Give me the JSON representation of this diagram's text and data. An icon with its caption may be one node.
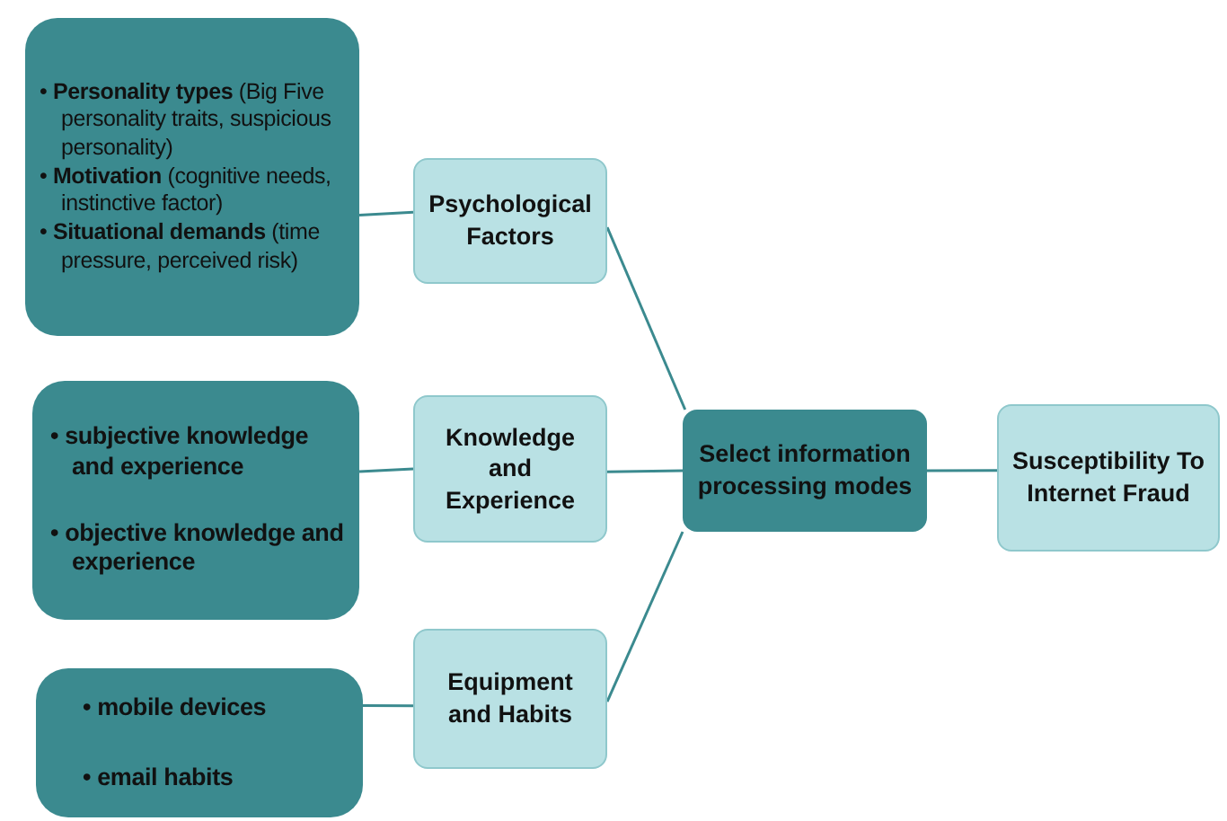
{
  "diagram": {
    "nodes": [
      {
        "text": [
          "• **Personality types** (Big Five personality traits, suspicious personality)",
          "• **Motivation** (cognitive needs, instinctive factor)",
          "• **Situational demands** (time pressure, perceived risk)"
        ]
      },
      {
        "text": [
          "Psychological Factors"
        ]
      },
      {
        "text": [
          "• subjective knowledge and experience",
          "• objective knowledge and experience"
        ]
      },
      {
        "text": [
          "Knowledge and Experience"
        ]
      },
      {
        "text": [
          "• mobile devices",
          "• email habits"
        ]
      },
      {
        "text": [
          "Equipment and Habits"
        ]
      },
      {
        "text": [
          "Select information processing modes"
        ]
      },
      {
        "text": [
          "Susceptibility To Internet Fraud"
        ]
      }
    ],
    "edges": [
      {
        "from": 0,
        "to": 1,
        "arrow": "none"
      },
      {
        "from": 2,
        "to": 3,
        "arrow": "none"
      },
      {
        "from": 4,
        "to": 5,
        "arrow": "none"
      },
      {
        "from": 1,
        "to": 6,
        "arrow": "none"
      },
      {
        "from": 3,
        "to": 6,
        "arrow": "none"
      },
      {
        "from": 5,
        "to": 6,
        "arrow": "none"
      },
      {
        "from": 6,
        "to": 7,
        "arrow": "none"
      }
    ]
  }
}
